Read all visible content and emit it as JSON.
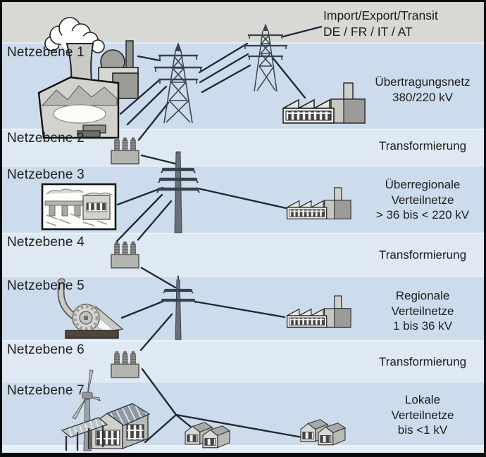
{
  "header": {
    "line1": "Import/Export/Transit",
    "line2": "DE / FR / IT / AT"
  },
  "rows": [
    {
      "label": "Netzebene 1",
      "right": [
        "Übertragungsnetz",
        "380/220 kV"
      ]
    },
    {
      "label": "Netzebene 2",
      "right": [
        "Transformierung"
      ]
    },
    {
      "label": "Netzebene 3",
      "right": [
        "Überregionale",
        "Verteilnetze",
        "> 36 bis < 220 kV"
      ]
    },
    {
      "label": "Netzebene 4",
      "right": [
        "Transformierung"
      ]
    },
    {
      "label": "Netzebene 5",
      "right": [
        "Regionale",
        "Verteilnetze",
        "1 bis 36 kV"
      ]
    },
    {
      "label": "Netzebene 6",
      "right": [
        "Transformierung"
      ]
    },
    {
      "label": "Netzebene 7",
      "right": [
        "Lokale",
        "Verteilnetze",
        "bis <1 kV"
      ]
    }
  ],
  "icons": {
    "power_plant": "power-plant-icon",
    "transmission_towers": "transmission-tower-icon",
    "factory": "factory-icon",
    "transformer": "transformer-icon",
    "pole_mast": "pole-mast-icon",
    "hydro_dam_picture": "hydro-dam-picture-icon",
    "water_turbine": "water-turbine-icon",
    "wind_turbine": "wind-turbine-icon",
    "solar_house": "solar-house-icon",
    "solar_carport": "solar-carport-icon",
    "cottages": "cottage-pair-icon"
  },
  "colors": {
    "band_gray": "#d8d8d5",
    "band_dark": "#cddcec",
    "band_light": "#dfe9f3",
    "wire": "#1f2a36",
    "frame": "#0b0b0b"
  }
}
